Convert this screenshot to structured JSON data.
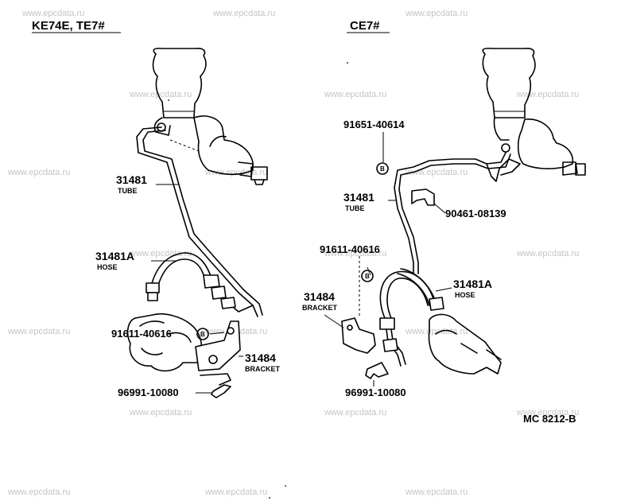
{
  "watermark": "www.epcdata.ru",
  "left_section": {
    "header": "KE74E, TE7#",
    "callouts": {
      "tube_number": "31481",
      "tube_label": "TUBE",
      "hose_number": "31481A",
      "hose_label": "HOSE",
      "bolt_number": "91611-40616",
      "bolt_marker": "B",
      "bracket_number": "31484",
      "bracket_label": "BRACKET",
      "clip_number": "96991-10080"
    }
  },
  "right_section": {
    "header": "CE7#",
    "callouts": {
      "bolt_top_number": "91651-40614",
      "bolt_top_marker": "B",
      "tube_number": "31481",
      "tube_label": "TUBE",
      "clamp_number": "90461-08139",
      "bolt_mid_number": "91611-40616",
      "bolt_mid_marker": "B",
      "hose_number": "31481A",
      "hose_label": "HOSE",
      "bracket_number": "31484",
      "bracket_label": "BRACKET",
      "clip_number": "96991-10080"
    }
  },
  "reference": "MC 8212-B"
}
